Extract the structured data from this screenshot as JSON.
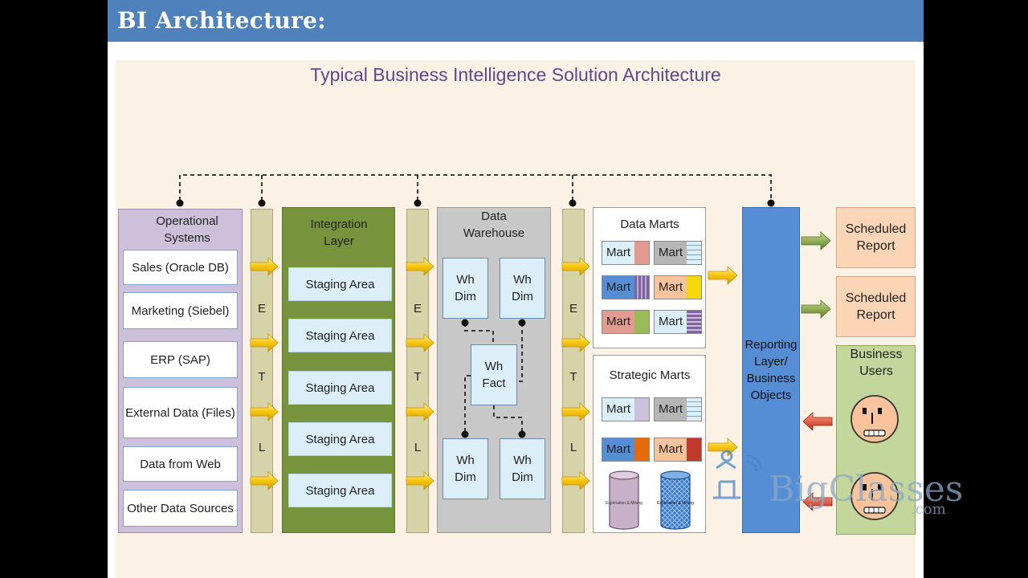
{
  "header": {
    "title": "BI Architecture:"
  },
  "diagram": {
    "title": "Typical Business Intelligence Solution Architecture",
    "operational": {
      "title": "Operational Systems",
      "sources": [
        "Sales (Oracle DB)",
        "Marketing (Siebel)",
        "ERP (SAP)",
        "External Data (Files)",
        "Data from Web",
        "Other Data Sources"
      ]
    },
    "etl_letters": [
      "E",
      "T",
      "L"
    ],
    "integration": {
      "title": "Integration Layer",
      "staging": [
        "Staging Area",
        "Staging Area",
        "Staging Area",
        "Staging Area",
        "Staging Area"
      ]
    },
    "warehouse": {
      "title": "Data Warehouse",
      "dim_label": "Wh Dim",
      "fact_label": "Wh Fact"
    },
    "data_marts": {
      "title": "Data Marts",
      "mart_label": "Mart"
    },
    "strategic_marts": {
      "title": "Strategic Marts",
      "mart_label": "Mart",
      "cylinder1": "Exploration & Mining",
      "cylinder2": "Exploration & Mining"
    },
    "reporting": {
      "label": "Reporting Layer/ Business Objects"
    },
    "reports": [
      "Scheduled Report",
      "Scheduled Report"
    ],
    "users": {
      "title": "Business Users"
    },
    "colors": {
      "operational": "#ccc0da",
      "integration": "#77933c",
      "warehouse": "#c8c8c8",
      "reporting": "#558ed5",
      "etl": "#d7d3a8",
      "arrow_yellow": "#f7c50d",
      "arrow_green": "#77933c",
      "arrow_red": "#e03a1f"
    }
  },
  "watermark": {
    "brand": "BigClasses",
    "suffix": ".com"
  }
}
